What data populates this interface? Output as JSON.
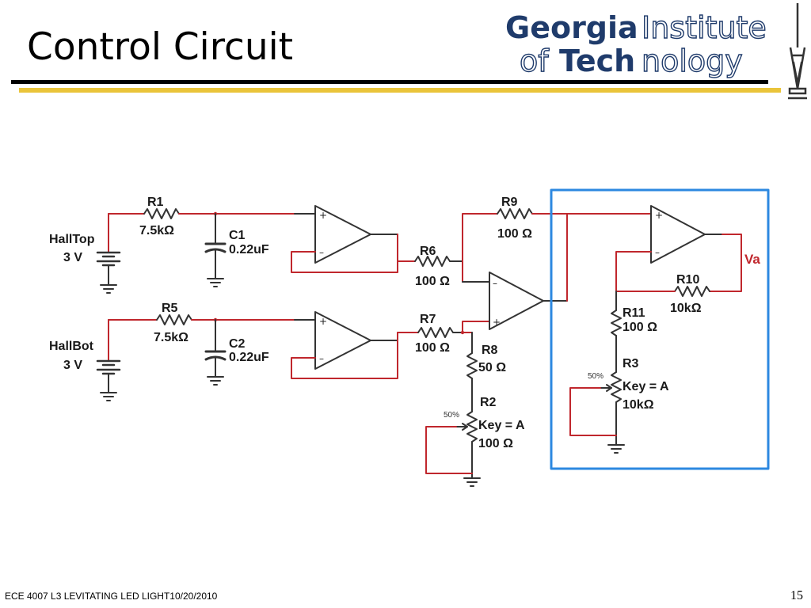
{
  "slide": {
    "title": "Control Circuit",
    "footer_left": "ECE 4007 L3  LEVITATING LED LIGHT10/20/2010",
    "page_number": "15"
  },
  "logo": {
    "line1_bold": "Georgia",
    "line1_outline": "Institute",
    "line2_outline_a": "of",
    "line2_bold": "Tech",
    "line2_outline_b": "nology",
    "brand_color": "#1f3b6b"
  },
  "schematic": {
    "wire_color": "#c0272d",
    "highlight_box_color": "#2c88e0",
    "sources": {
      "halltop_name": "HallTop",
      "halltop_value": "3 V",
      "hallbot_name": "HallBot",
      "hallbot_value": "3 V"
    },
    "resistors": {
      "r1_name": "R1",
      "r1_value": "7.5kΩ",
      "r5_name": "R5",
      "r5_value": "7.5kΩ",
      "r6_name": "R6",
      "r6_value": "100 Ω",
      "r7_name": "R7",
      "r7_value": "100 Ω",
      "r9_name": "R9",
      "r9_value": "100 Ω",
      "r8_name": "R8",
      "r8_value": "50 Ω",
      "r10_name": "R10",
      "r10_value": "10kΩ",
      "r11_name": "R11",
      "r11_value": "100 Ω"
    },
    "capacitors": {
      "c1_name": "C1",
      "c1_value": "0.22uF",
      "c2_name": "C2",
      "c2_value": "0.22uF"
    },
    "potentiometers": {
      "r2_name": "R2",
      "r2_key": "Key = A",
      "r2_value": "100 Ω",
      "r2_percent": "50%",
      "r3_name": "R3",
      "r3_key": "Key = A",
      "r3_value": "10kΩ",
      "r3_percent": "50%"
    },
    "opamp_plus": "+",
    "opamp_minus": "–",
    "output_label": "Va"
  }
}
